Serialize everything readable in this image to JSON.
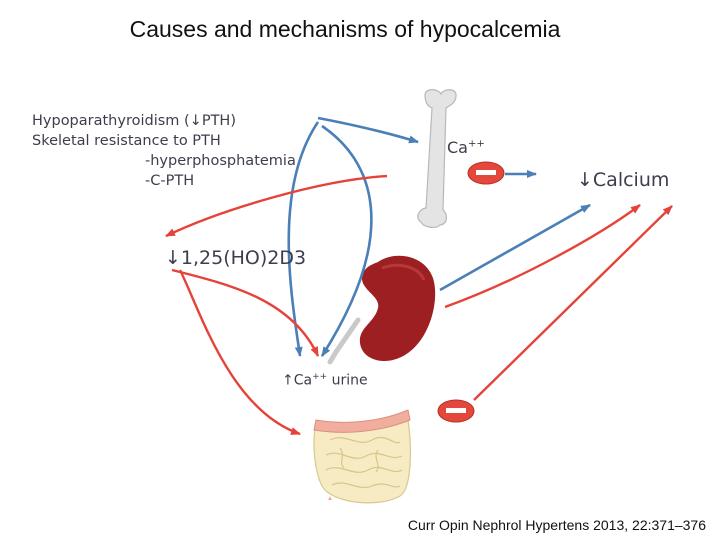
{
  "title": "Causes and mechanisms of hypocalcemia",
  "causes": {
    "line1": "Hypoparathyroidism (↓PTH)",
    "line2": "Skeletal resistance to PTH",
    "line3": "-hyperphosphatemia",
    "line4": "-C-PTH"
  },
  "vitamin_d": "↓1,25(HO)2D3",
  "bone_calcium": {
    "text": "Ca",
    "superscript": "++"
  },
  "serum_calcium": "↓Calcium",
  "urine": {
    "arrow": "↑Ca",
    "superscript": "++",
    "text": " urine"
  },
  "citation": "Curr Opin Nephrol Hypertens 2013, 22:371–376",
  "colors": {
    "blue_arrow": "#4a7fb8",
    "red_arrow": "#e5433a",
    "kidney": "#9e1f22",
    "bone": "#e6e6e6",
    "intestine": "#f5e8b8",
    "colon_band": "#f0b0a0"
  },
  "icons": [
    "bone-icon",
    "kidney-icon",
    "intestine-icon",
    "minus-sign-icon"
  ]
}
